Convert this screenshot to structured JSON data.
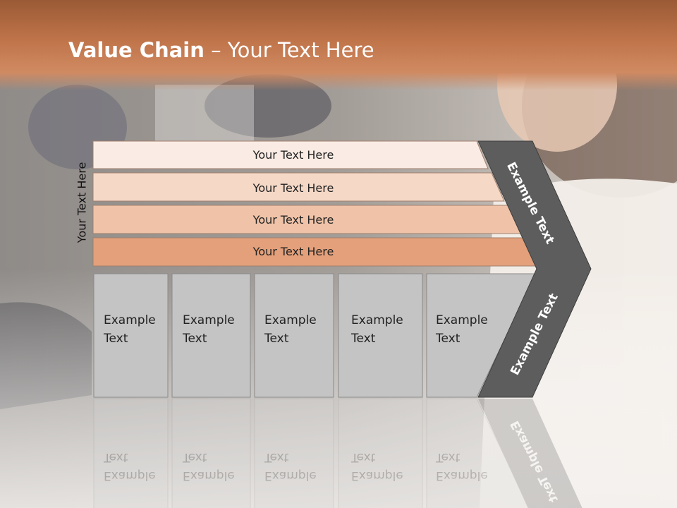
{
  "slide": {
    "title_bold": "Value Chain",
    "title_rest": " – Your Text Here",
    "side_label": "Your Text Here"
  },
  "bars": [
    {
      "label": "Your Text Here",
      "color": "#faece4"
    },
    {
      "label": "Your Text Here",
      "color": "#f5d8c6"
    },
    {
      "label": "Your Text Here",
      "color": "#f0c3a8"
    },
    {
      "label": "Your Text Here",
      "color": "#e3a07b"
    }
  ],
  "boxes": [
    {
      "line1": "Example",
      "line2": "Text"
    },
    {
      "line1": "Example",
      "line2": "Text"
    },
    {
      "line1": "Example",
      "line2": "Text"
    },
    {
      "line1": "Example",
      "line2": "Text"
    },
    {
      "line1": "Example",
      "line2": "Text"
    }
  ],
  "chevron": {
    "top_label": "Example Text",
    "bottom_label": "Example Text",
    "color": "#5d5d5d"
  },
  "colors": {
    "header": "#c0744a",
    "box_fill": "#c4c4c4",
    "box_border": "#8a8a8a"
  }
}
